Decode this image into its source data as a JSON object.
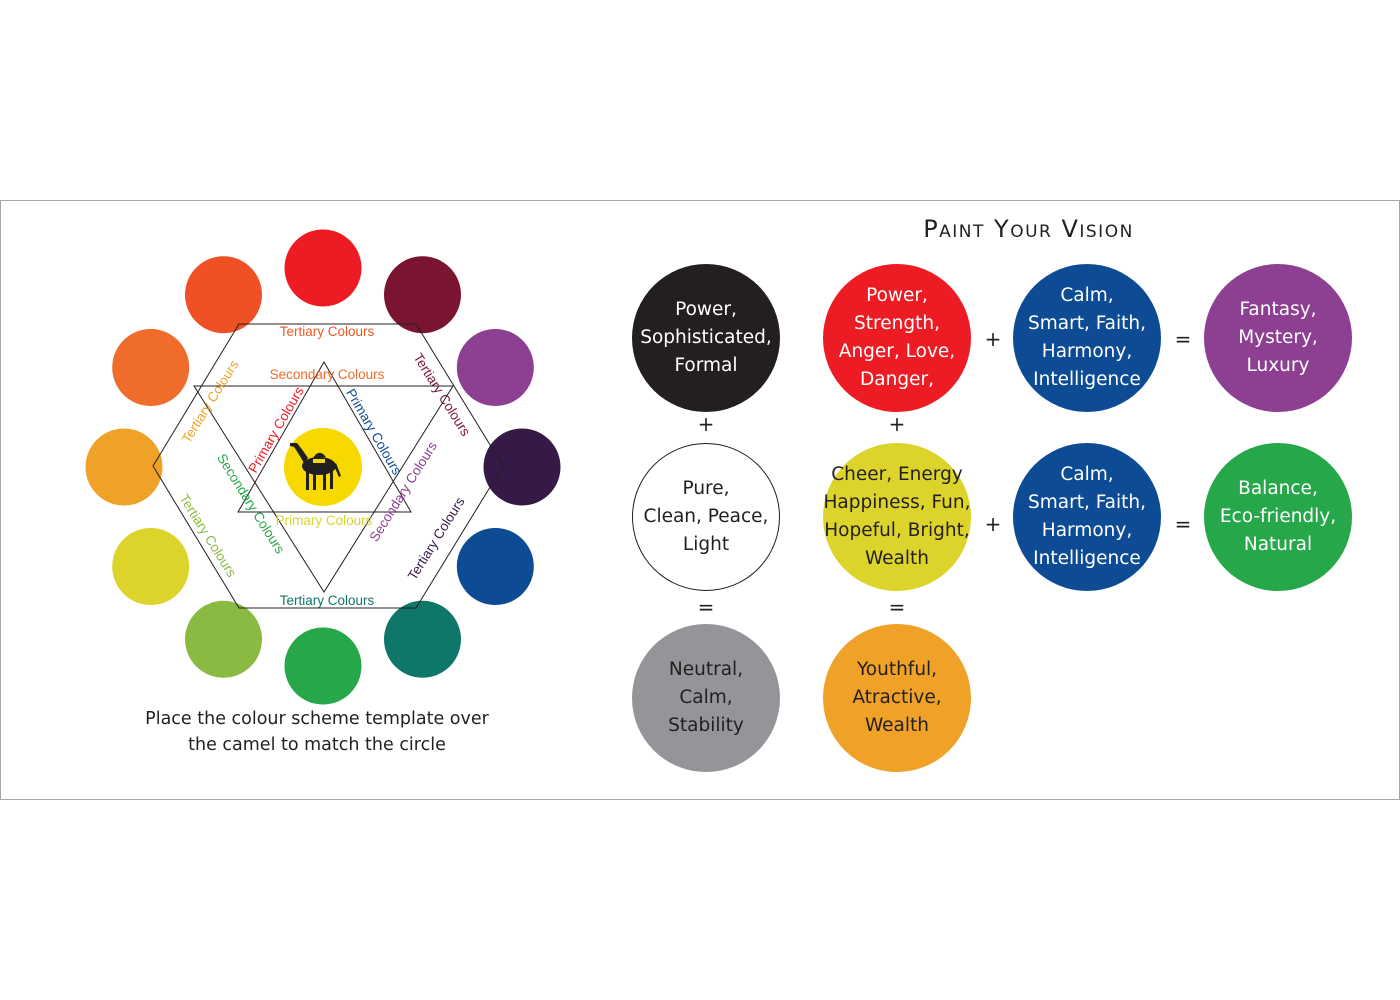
{
  "wheel": {
    "outer_colors": [
      "#ed1c24",
      "#7a1430",
      "#8d3f92",
      "#351a48",
      "#0d4c94",
      "#0e7769",
      "#26a84a",
      "#8bba43",
      "#dcd42a",
      "#f0a228",
      "#ef6c2a",
      "#ef5026"
    ],
    "labels": {
      "tertiary": "Tertiary Colours",
      "secondary": "Secondary Colours",
      "primary": "Primary Colours"
    },
    "label_colors": {
      "tertiary_top": "#e85a2a",
      "tertiary_upper_right": "#7a1430",
      "tertiary_lower_right": "#351a48",
      "tertiary_bottom": "#0e7769",
      "tertiary_lower_left": "#8bba43",
      "tertiary_upper_left": "#f0a228",
      "secondary_top": "#ef6c2a",
      "secondary_right": "#8d3f92",
      "secondary_left": "#26a84a",
      "primary_left": "#ed1c24",
      "primary_right": "#0d4c94",
      "primary_bottom": "#dcd42a"
    },
    "center_color": "#f7d900",
    "center_icon": "camel-icon"
  },
  "caption": {
    "line1": "Place the colour scheme template over",
    "line2": "the camel to match the circle"
  },
  "vision": {
    "title": "Paint Your Vision",
    "circles": {
      "black": {
        "color": "#231f20",
        "text_color": "#ffffff",
        "lines": [
          "Power,",
          "Sophisticated,",
          "Formal"
        ]
      },
      "red": {
        "color": "#ed1c24",
        "text_color": "#ffffff",
        "lines": [
          "Power,",
          "Strength,",
          "Anger, Love,",
          "Danger,"
        ]
      },
      "blue_top": {
        "color": "#0d4c94",
        "text_color": "#ffffff",
        "lines": [
          "Calm,",
          "Smart, Faith,",
          "Harmony,",
          "Intelligence"
        ]
      },
      "purple": {
        "color": "#8d3f92",
        "text_color": "#ffffff",
        "lines": [
          "Fantasy,",
          "Mystery,",
          "Luxury"
        ]
      },
      "white": {
        "color": "#ffffff",
        "text_color": "#231f20",
        "lines": [
          "Pure,",
          "Clean, Peace,",
          "Light"
        ]
      },
      "yellow": {
        "color": "#dcd42a",
        "text_color": "#231f20",
        "lines": [
          "Cheer, Energy",
          "Happiness, Fun,",
          "Hopeful, Bright,",
          "Wealth"
        ]
      },
      "blue_mid": {
        "color": "#0d4c94",
        "text_color": "#ffffff",
        "lines": [
          "Calm,",
          "Smart, Faith,",
          "Harmony,",
          "Intelligence"
        ]
      },
      "green": {
        "color": "#26a84a",
        "text_color": "#ffffff",
        "lines": [
          "Balance,",
          "Eco-friendly,",
          "Natural"
        ]
      },
      "grey": {
        "color": "#939598",
        "text_color": "#231f20",
        "lines": [
          "Neutral,",
          "Calm,",
          "Stability"
        ]
      },
      "orange": {
        "color": "#f0a228",
        "text_color": "#231f20",
        "lines": [
          "Youthful,",
          "Atractive,",
          "Wealth"
        ]
      }
    },
    "operators": {
      "plus": "+",
      "equals": "="
    }
  }
}
